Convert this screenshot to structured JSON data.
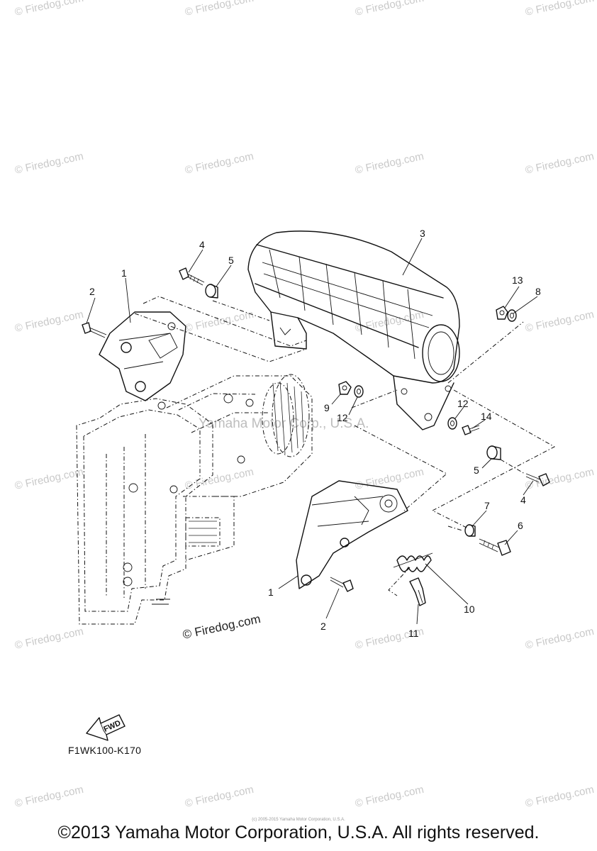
{
  "diagram": {
    "code": "F1WK100-K170",
    "fwd_label": "FWD",
    "center_watermark": "Yamaha Motor Corp., U.S.A.",
    "watermark_text": "© Firedog.com",
    "firedog_label": "© Firedog.com",
    "callouts": {
      "c1a": "1",
      "c1b": "1",
      "c2a": "2",
      "c2b": "2",
      "c3": "3",
      "c4a": "4",
      "c4b": "4",
      "c5a": "5",
      "c5b": "5",
      "c6": "6",
      "c7": "7",
      "c8": "8",
      "c9": "9",
      "c10": "10",
      "c11": "11",
      "c12a": "12",
      "c12b": "12",
      "c13": "13",
      "c14": "14"
    }
  },
  "footer": {
    "copyright": "©2013 Yamaha Motor Corporation, U.S.A. All rights reserved.",
    "fine_print": "(c) 2005-2015 Yamaha Motor Corporation, U.S.A."
  }
}
